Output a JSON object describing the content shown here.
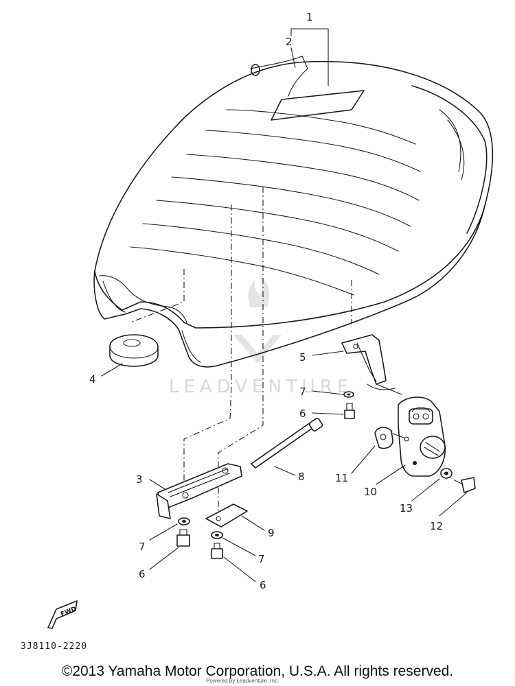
{
  "callouts": [
    {
      "id": "1",
      "label": "1"
    },
    {
      "id": "2",
      "label": "2"
    },
    {
      "id": "3",
      "label": "3"
    },
    {
      "id": "4",
      "label": "4"
    },
    {
      "id": "5",
      "label": "5"
    },
    {
      "id": "6a",
      "label": "6"
    },
    {
      "id": "6b",
      "label": "6"
    },
    {
      "id": "6c",
      "label": "6"
    },
    {
      "id": "7a",
      "label": "7"
    },
    {
      "id": "7b",
      "label": "7"
    },
    {
      "id": "7c",
      "label": "7"
    },
    {
      "id": "8",
      "label": "8"
    },
    {
      "id": "9",
      "label": "9"
    },
    {
      "id": "10",
      "label": "10"
    },
    {
      "id": "11",
      "label": "11"
    },
    {
      "id": "12",
      "label": "12"
    },
    {
      "id": "13",
      "label": "13"
    }
  ],
  "fwd_label": "FWD",
  "diagram_code": "3J8110-2220",
  "watermark": "LEADVENTURE",
  "watermark_sub": "Powered by Leadventure, Inc.",
  "copyright": "©2013 Yamaha Motor Corporation, U.S.A. All rights reserved.",
  "colors": {
    "ink": "#1a1a1a",
    "watermark": "#d8d8d8",
    "background": "#ffffff"
  }
}
